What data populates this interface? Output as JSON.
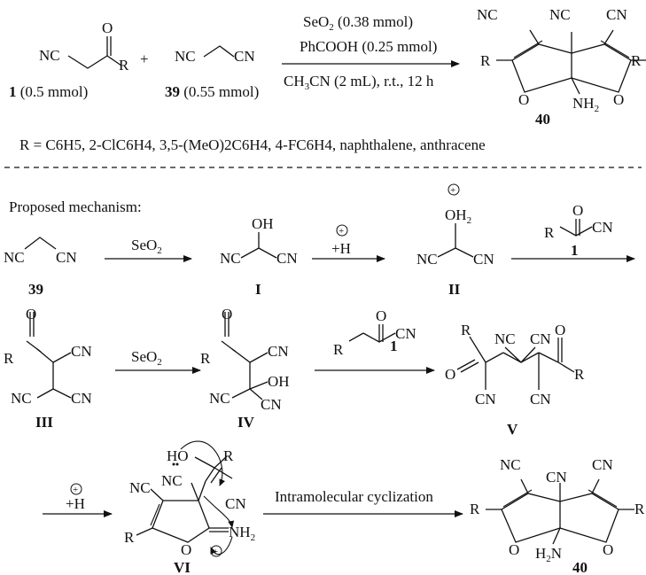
{
  "reaction": {
    "reactant1": {
      "number": "1",
      "amount": "(0.5 mmol)"
    },
    "reactant2": {
      "number": "39",
      "amount": "(0.55 mmol)"
    },
    "reagent1": "SeO",
    "reagent1_sub": "2",
    "reagent1_amount": "(0.38 mmol)",
    "reagent2": "PhCOOH (0.25 mmol)",
    "solvent_pre": "CH",
    "solvent_sub": "3",
    "solvent_post": "CN (2 mL), r.t., 12 h",
    "product_number": "40",
    "plus": "+"
  },
  "r_definition": {
    "line": "R = C6H5, 2-ClC6H4, 3,5-(MeO)2C6H4, 4-FC6H4, naphthalene, anthracene"
  },
  "mechanism": {
    "title": "Proposed mechanism:",
    "seo2_reagent": "SeO",
    "seo2_sub": "2",
    "acid_reagent": "+H",
    "cyclization_label": "Intramolecular cyclization",
    "compound_labels": {
      "start": "39",
      "I": "I",
      "II": "II",
      "III": "III",
      "IV": "IV",
      "V": "V",
      "VI": "VI",
      "product": "40",
      "reagent_1a": "1",
      "reagent_1b": "1"
    }
  },
  "atoms": {
    "NC": "NC",
    "CN": "CN",
    "R": "R",
    "O": "O",
    "OH": "OH",
    "HO": "HO",
    "OH2": "OH",
    "H2_sub": "2",
    "NH2": "NH",
    "H2N": "H",
    "N": "N"
  }
}
